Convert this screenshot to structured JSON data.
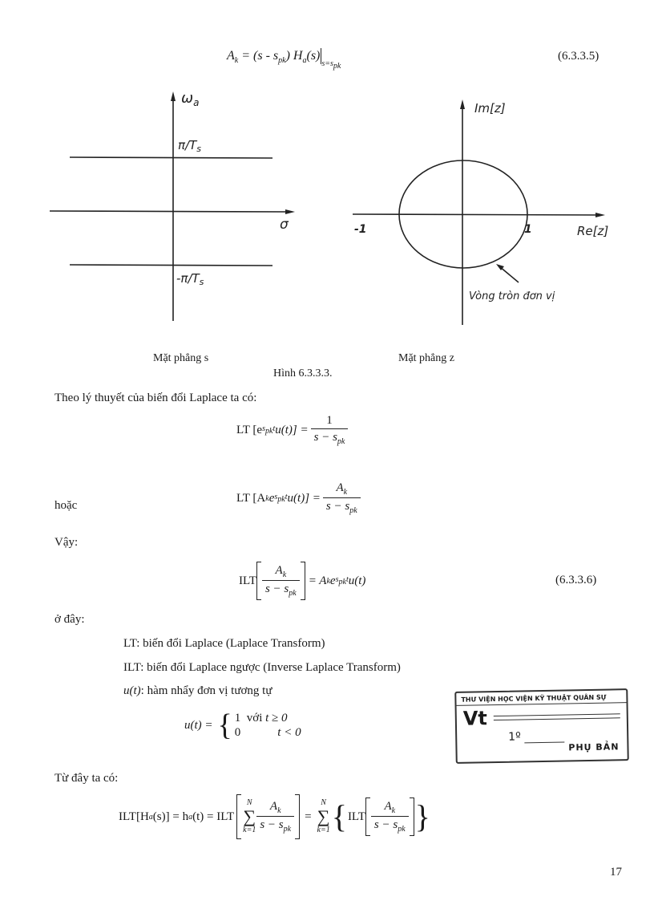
{
  "equations": {
    "eq_635": {
      "lhs": "A",
      "lhs_sub": "k",
      "rhs": "= (s - s",
      "rhs_sub": "pk",
      "rhs2": ") H",
      "rhs2_sub": "a",
      "rhs3": "(s)",
      "eval_sub": "s=s",
      "eval_sub2": "pk",
      "number": "(6.3.3.5)"
    },
    "lt1": {
      "lhs": "LT [e",
      "exp": "s",
      "exp_sub": "pk",
      "exp_t": "t",
      "lhs2": " u(t)] =",
      "num": "1",
      "den": "s − s",
      "den_sub": "pk"
    },
    "lt2": {
      "prefix": "hoặc",
      "lhs": "LT [A",
      "lhs_sub": "k",
      "lhs_e": "e",
      "exp": "s",
      "exp_sub": "pk",
      "exp_t": "t",
      "lhs2": " u(t)] =",
      "num": "A",
      "num_sub": "k",
      "den": "s − s",
      "den_sub": "pk"
    },
    "ilt": {
      "lhs": "ILT",
      "num": "A",
      "num_sub": "k",
      "den": "s − s",
      "den_sub": "pk",
      "rhs": "= A",
      "rhs_sub": "k",
      "rhs_e": "e",
      "exp": "s",
      "exp_sub": "pk",
      "exp_t": "t",
      "rhs2": " u(t)",
      "number": "(6.3.3.6)"
    },
    "step": {
      "lhs": "u(t) =",
      "case1_val": "1",
      "case1_cond_word": "với",
      "case1_cond": "t ≥ 0",
      "case2_val": "0",
      "case2_cond": "t < 0"
    },
    "final": {
      "part1": "ILT[H",
      "part1_sub": "a",
      "part1b": "(s)] = h",
      "part1b_sub": "a",
      "part1c": "(t) = ILT",
      "sum_top": "N",
      "sum_sym": "∑",
      "sum_bottom": "k=1",
      "num": "A",
      "num_sub": "k",
      "den": "s − s",
      "den_sub": "pk",
      "eq": "=",
      "inner": "ILT"
    }
  },
  "figure": {
    "s_plane": {
      "y_label": "ω",
      "y_label_sub": "a",
      "x_label": "σ",
      "upper_label": "π/T",
      "upper_label_sub": "s",
      "lower_label": "-π/T",
      "lower_label_sub": "s",
      "caption": "Mặt phẳng s"
    },
    "z_plane": {
      "y_label": "Im[z]",
      "x_label": "Re[z]",
      "neg_one": "-1",
      "pos_one": "1",
      "circle_label": "Vòng tròn đơn vị",
      "caption": "Mặt phẳng z"
    },
    "title": "Hình 6.3.3.3."
  },
  "text": {
    "intro": "Theo lý thuyết của biến đổi Laplace ta có:",
    "vay": "Vậy:",
    "o_day": "ở đây:",
    "def_lt": "LT: biến đổi Laplace (Laplace Transform)",
    "def_ilt": "ILT: biến đổi Laplace ngược (Inverse Laplace Transform)",
    "def_u_sym": "u(t)",
    "def_u": ": hàm nhẩy đơn vị tương tự",
    "tu_day": "Từ đây ta có:"
  },
  "stamp": {
    "header": "THƯ VIỆN HỌC VIỆN KỸ THUẬT QUÂN SỰ",
    "code": "Vt",
    "number": "1º",
    "footer": "PHỤ BẢN"
  },
  "page_number": "17"
}
